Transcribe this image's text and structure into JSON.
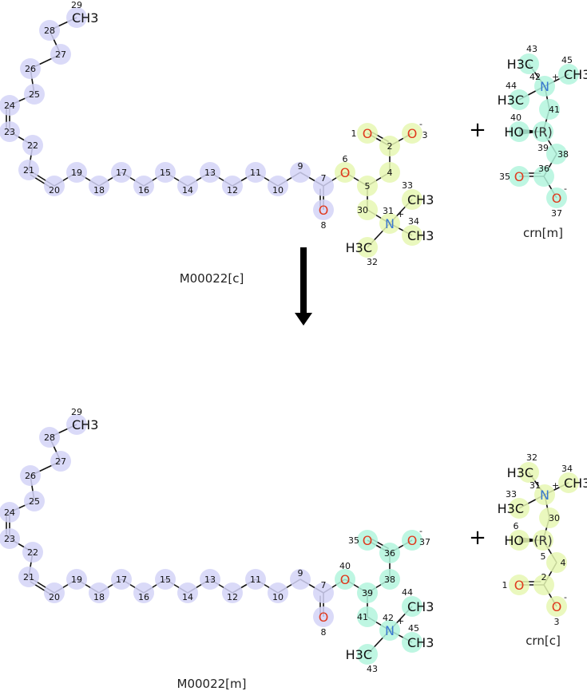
{
  "colors": {
    "lav": "#d4d4f7",
    "yel": "#e6f7b3",
    "mint": "#b3f5dd",
    "O": "#e03a1e",
    "N": "#3a78d0",
    "C": "#111111"
  },
  "reaction": {
    "plus_symbol": "+",
    "substrates": [
      {
        "name": "M00022[c]",
        "atoms": [
          {
            "n": "29",
            "el": "CH3",
            "hl": "lav"
          },
          {
            "n": "28",
            "hl": "lav"
          },
          {
            "n": "27",
            "hl": "lav"
          },
          {
            "n": "26",
            "hl": "lav"
          },
          {
            "n": "25",
            "hl": "lav"
          },
          {
            "n": "24",
            "hl": "lav"
          },
          {
            "n": "23",
            "hl": "lav"
          },
          {
            "n": "22",
            "hl": "lav"
          },
          {
            "n": "21",
            "hl": "lav"
          },
          {
            "n": "20",
            "hl": "lav"
          },
          {
            "n": "19",
            "hl": "lav"
          },
          {
            "n": "18",
            "hl": "lav"
          },
          {
            "n": "17",
            "hl": "lav"
          },
          {
            "n": "16",
            "hl": "lav"
          },
          {
            "n": "15",
            "hl": "lav"
          },
          {
            "n": "14",
            "hl": "lav"
          },
          {
            "n": "13",
            "hl": "lav"
          },
          {
            "n": "12",
            "hl": "lav"
          },
          {
            "n": "11",
            "hl": "lav"
          },
          {
            "n": "10",
            "hl": "lav"
          },
          {
            "n": "9",
            "hl": "lav"
          },
          {
            "n": "7",
            "hl": "lav"
          },
          {
            "n": "8",
            "el": "O",
            "hl": "lav"
          },
          {
            "n": "6",
            "el": "O",
            "hl": "yel"
          },
          {
            "n": "5",
            "hl": "yel"
          },
          {
            "n": "4",
            "hl": "yel"
          },
          {
            "n": "2",
            "hl": "yel"
          },
          {
            "n": "1",
            "el": "O",
            "hl": "yel"
          },
          {
            "n": "3",
            "el": "O",
            "charge": "-",
            "hl": "yel"
          },
          {
            "n": "30",
            "hl": "yel"
          },
          {
            "n": "31",
            "el": "N",
            "charge": "+",
            "hl": "yel"
          },
          {
            "n": "33",
            "el": "CH3",
            "hl": "yel"
          },
          {
            "n": "34",
            "el": "CH3",
            "hl": "yel"
          },
          {
            "n": "32",
            "el": "H3C",
            "hl": "yel"
          }
        ]
      },
      {
        "name": "crn[m]",
        "atoms": [
          {
            "n": "43",
            "el": "H3C",
            "hl": "mint"
          },
          {
            "n": "42",
            "el": "N",
            "charge": "+",
            "hl": "mint"
          },
          {
            "n": "45",
            "el": "CH3",
            "hl": "mint"
          },
          {
            "n": "44",
            "el": "H3C",
            "hl": "mint"
          },
          {
            "n": "41",
            "hl": "mint"
          },
          {
            "n": "39",
            "el": "(R)",
            "hl": "mint"
          },
          {
            "n": "40",
            "el": "HO",
            "hl": "mint"
          },
          {
            "n": "38",
            "hl": "mint"
          },
          {
            "n": "36",
            "hl": "mint"
          },
          {
            "n": "35",
            "el": "O",
            "hl": "mint"
          },
          {
            "n": "37",
            "el": "O",
            "charge": "-",
            "hl": "mint"
          }
        ]
      }
    ],
    "products": [
      {
        "name": "M00022[m]",
        "atoms": [
          {
            "n": "29",
            "el": "CH3",
            "hl": "lav"
          },
          {
            "n": "28",
            "hl": "lav"
          },
          {
            "n": "27",
            "hl": "lav"
          },
          {
            "n": "26",
            "hl": "lav"
          },
          {
            "n": "25",
            "hl": "lav"
          },
          {
            "n": "24",
            "hl": "lav"
          },
          {
            "n": "23",
            "hl": "lav"
          },
          {
            "n": "22",
            "hl": "lav"
          },
          {
            "n": "21",
            "hl": "lav"
          },
          {
            "n": "20",
            "hl": "lav"
          },
          {
            "n": "19",
            "hl": "lav"
          },
          {
            "n": "18",
            "hl": "lav"
          },
          {
            "n": "17",
            "hl": "lav"
          },
          {
            "n": "16",
            "hl": "lav"
          },
          {
            "n": "15",
            "hl": "lav"
          },
          {
            "n": "14",
            "hl": "lav"
          },
          {
            "n": "13",
            "hl": "lav"
          },
          {
            "n": "12",
            "hl": "lav"
          },
          {
            "n": "11",
            "hl": "lav"
          },
          {
            "n": "10",
            "hl": "lav"
          },
          {
            "n": "9",
            "hl": "lav"
          },
          {
            "n": "7",
            "hl": "lav"
          },
          {
            "n": "8",
            "el": "O",
            "hl": "lav"
          },
          {
            "n": "40",
            "el": "O",
            "hl": "mint"
          },
          {
            "n": "39",
            "hl": "mint"
          },
          {
            "n": "38",
            "hl": "mint"
          },
          {
            "n": "36",
            "hl": "mint"
          },
          {
            "n": "35",
            "el": "O",
            "hl": "mint"
          },
          {
            "n": "37",
            "el": "O",
            "charge": "-",
            "hl": "mint"
          },
          {
            "n": "41",
            "hl": "mint"
          },
          {
            "n": "42",
            "el": "N",
            "charge": "+",
            "hl": "mint"
          },
          {
            "n": "44",
            "el": "CH3",
            "hl": "mint"
          },
          {
            "n": "45",
            "el": "CH3",
            "hl": "mint"
          },
          {
            "n": "43",
            "el": "H3C",
            "hl": "mint"
          }
        ]
      },
      {
        "name": "crn[c]",
        "atoms": [
          {
            "n": "32",
            "el": "H3C",
            "hl": "yel"
          },
          {
            "n": "31",
            "el": "N",
            "charge": "+",
            "hl": "yel"
          },
          {
            "n": "34",
            "el": "CH3",
            "hl": "yel"
          },
          {
            "n": "33",
            "el": "H3C",
            "hl": "yel"
          },
          {
            "n": "30",
            "hl": "yel"
          },
          {
            "n": "5",
            "el": "(R)",
            "hl": "yel"
          },
          {
            "n": "6",
            "el": "HO",
            "hl": "yel"
          },
          {
            "n": "4",
            "hl": "yel"
          },
          {
            "n": "2",
            "hl": "yel"
          },
          {
            "n": "1",
            "el": "O",
            "hl": "yel"
          },
          {
            "n": "3",
            "el": "O",
            "charge": "-",
            "hl": "yel"
          }
        ]
      }
    ]
  }
}
